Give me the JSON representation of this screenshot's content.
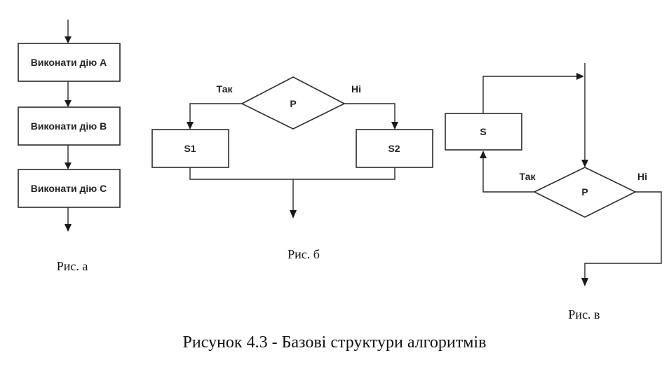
{
  "fig_a": {
    "action_a": "Виконати дію A",
    "action_b": "Виконати дію B",
    "action_c": "Виконати дію C",
    "caption": "Рис. а"
  },
  "fig_b": {
    "condition": "P",
    "yes_label": "Так",
    "no_label": "Ні",
    "branch_yes": "S1",
    "branch_no": "S2",
    "caption": "Рис. б"
  },
  "fig_c": {
    "body": "S",
    "condition": "P",
    "yes_label": "Так",
    "no_label": "Ні",
    "caption": "Рис. в"
  },
  "figure_title": "Рисунок 4.3 - Базові структури алгоритмів"
}
